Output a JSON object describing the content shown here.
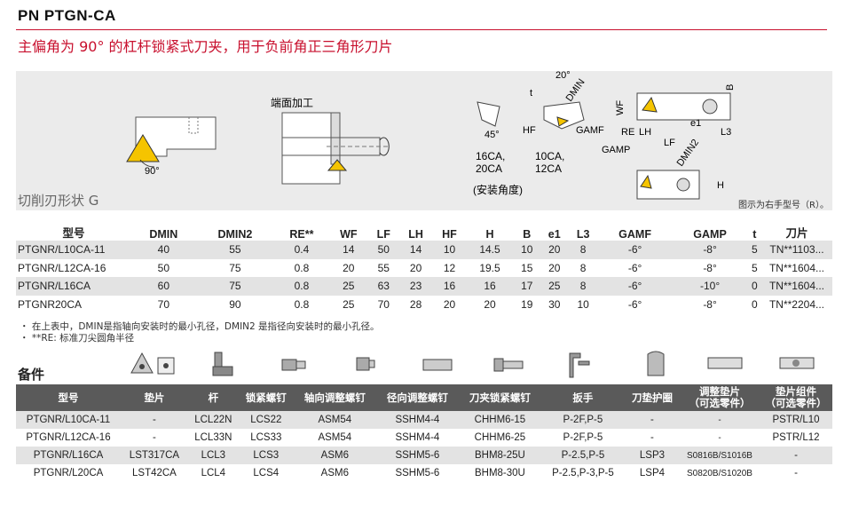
{
  "header": {
    "title": "PN PTGN-CA",
    "subtitle": "主偏角为 90° 的杠杆锁紧式刀夹，用于负前角正三角形刀片"
  },
  "diagram": {
    "shape_label": "切削刃形状 G",
    "note": "图示为右手型号（R）。",
    "angle_90": "90°",
    "end_face": "端面加工",
    "angle_20": "20°",
    "angle_45": "45°",
    "label_t": "t",
    "label_dmin": "DMIN",
    "label_hf": "HF",
    "label_gamf": "GAMF",
    "label_re": "RE",
    "label_wf": "WF",
    "label_lh": "LH",
    "label_lf": "LF",
    "label_gamp": "GAMP",
    "label_e1": "e1",
    "label_l3": "L3",
    "label_b": "B",
    "label_h": "H",
    "label_dmin2": "DMIN2",
    "group1": "16CA,",
    "group1b": "20CA",
    "group2": "10CA,",
    "group2b": "12CA",
    "mount_angle": "(安装角度)"
  },
  "spec_table": {
    "headers": [
      "型号",
      "DMIN",
      "DMIN2",
      "RE**",
      "WF",
      "LF",
      "LH",
      "HF",
      "H",
      "B",
      "e1",
      "L3",
      "GAMF",
      "GAMP",
      "t",
      "刀片"
    ],
    "rows": [
      [
        "PTGNR/L10CA-11",
        "40",
        "55",
        "0.4",
        "14",
        "50",
        "14",
        "10",
        "14.5",
        "10",
        "20",
        "8",
        "-6°",
        "-8°",
        "5",
        "TN**1103..."
      ],
      [
        "PTGNR/L12CA-16",
        "50",
        "75",
        "0.8",
        "20",
        "55",
        "20",
        "12",
        "19.5",
        "15",
        "20",
        "8",
        "-6°",
        "-8°",
        "5",
        "TN**1604..."
      ],
      [
        "PTGNR/L16CA",
        "60",
        "75",
        "0.8",
        "25",
        "63",
        "23",
        "16",
        "16",
        "17",
        "25",
        "8",
        "-6°",
        "-10°",
        "0",
        "TN**1604..."
      ],
      [
        "PTGNR20CA",
        "70",
        "90",
        "0.8",
        "25",
        "70",
        "28",
        "20",
        "20",
        "19",
        "30",
        "10",
        "-6°",
        "-8°",
        "0",
        "TN**2204..."
      ]
    ]
  },
  "notes": [
    "・ 在上表中，DMIN是指轴向安装时的最小孔径，DMIN2 是指径向安装时的最小孔径。",
    "・ **RE: 标准刀尖圆角半径"
  ],
  "parts": {
    "title": "备件",
    "icons": [
      "insert-icon",
      "seat-icon",
      "lever-icon",
      "clamp-screw-icon",
      "axial-screw-icon",
      "radial-screw-icon",
      "insert-screw-icon",
      "wrench-icon",
      "seat-sleeve-icon",
      "shim-icon",
      "shim-set-icon"
    ],
    "headers": [
      "型号",
      "垫片",
      "杆",
      "锁紧螺钉",
      "轴向调整螺钉",
      "径向调整螺钉",
      "刀夹锁紧螺钉",
      "扳手",
      "刀垫护圈",
      "调整垫片\n（可选零件）",
      "垫片组件\n（可选零件）"
    ],
    "rows": [
      [
        "PTGNR/L10CA-11",
        "-",
        "LCL22N",
        "LCS22",
        "ASM54",
        "SSHM4-4",
        "CHHM6-15",
        "P-2F,P-5",
        "-",
        "-",
        "PSTR/L10"
      ],
      [
        "PTGNR/L12CA-16",
        "-",
        "LCL33N",
        "LCS33",
        "ASM54",
        "SSHM4-4",
        "CHHM6-25",
        "P-2F,P-5",
        "-",
        "-",
        "PSTR/L12"
      ],
      [
        "PTGNR/L16CA",
        "LST317CA",
        "LCL3",
        "LCS3",
        "ASM6",
        "SSHM5-6",
        "BHM8-25U",
        "P-2.5,P-5",
        "LSP3",
        "S0816B/S1016B",
        "-"
      ],
      [
        "PTGNR/L20CA",
        "LST42CA",
        "LCL4",
        "LCS4",
        "ASM6",
        "SSHM5-6",
        "BHM8-30U",
        "P-2.5,P-3,P-5",
        "LSP4",
        "S0820B/S1020B",
        "-"
      ]
    ]
  },
  "colors": {
    "accent": "#c8102e",
    "insert": "#f5c400",
    "header_bg": "#5a5a5a",
    "row_shade": "#e3e3e3",
    "diagram_bg": "#ebebeb"
  }
}
